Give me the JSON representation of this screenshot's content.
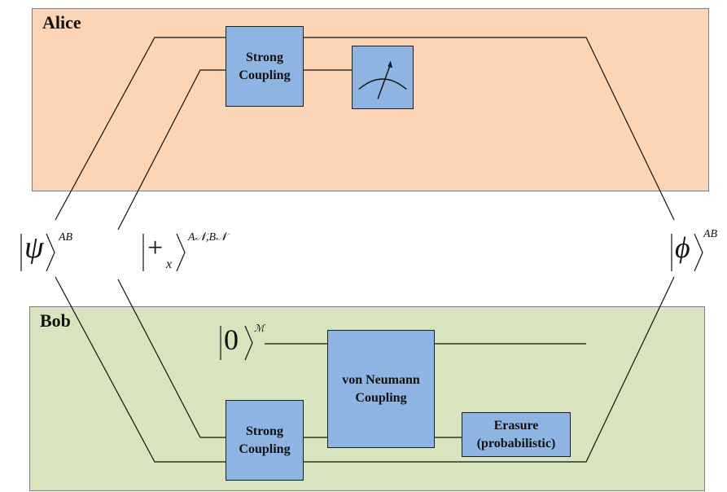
{
  "alice": {
    "title": "Alice",
    "strong_coupling_label": "Strong\nCoupling"
  },
  "bob": {
    "title": "Bob",
    "strong_coupling_label": "Strong\nCoupling",
    "von_neumann_label": "von Neumann\nCoupling",
    "erasure_label": "Erasure\n(probabilistic)"
  },
  "states": {
    "psi_symbol": "ψ",
    "psi_superscript": "AB",
    "plus_symbol": "+",
    "plus_subscript": "x",
    "plus_superscript": "A𝒩,B𝒩",
    "phi_symbol": "ϕ",
    "phi_superscript": "AB",
    "zero_symbol": "0",
    "zero_superscript": "ℳ"
  },
  "colors": {
    "alice_panel": "#fbd5b5",
    "bob_panel": "#d7e4bd",
    "box_fill": "#8eb4e3"
  }
}
